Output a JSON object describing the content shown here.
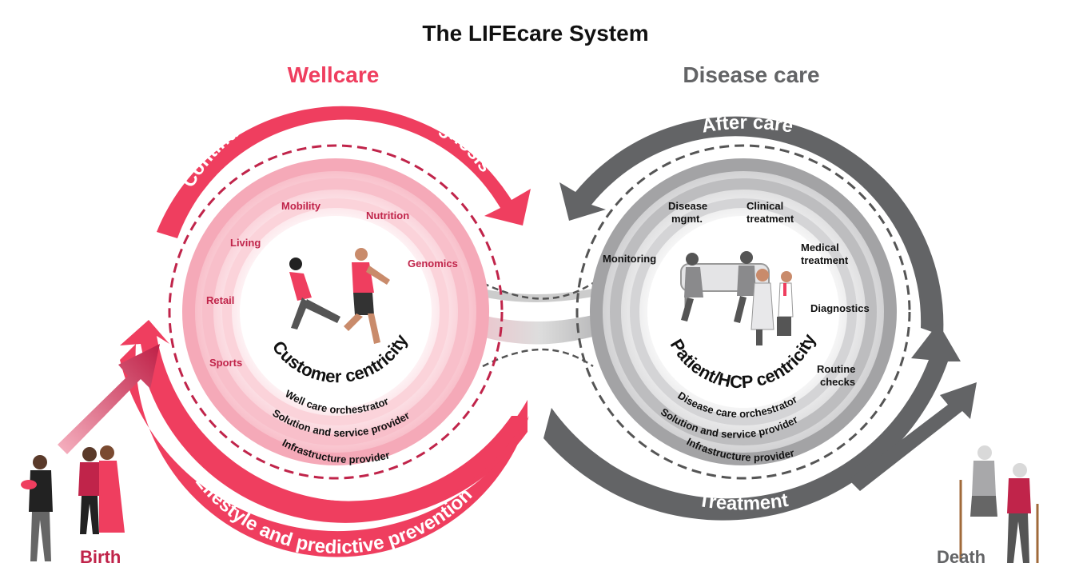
{
  "title": "The LIFEcare System",
  "headers": {
    "wellcare": "Wellcare",
    "disease_care": "Disease care"
  },
  "ends": {
    "birth": "Birth",
    "death": "Death"
  },
  "colors": {
    "wellcare": "#ef3e5f",
    "disease": "#636466",
    "dark_red": "#c0244a",
    "text": "#111111"
  },
  "wellcare": {
    "top_arrow": "Continuous monitoring and diagnosis",
    "bottom_arrow": "Lifestyle and predictive prevention",
    "center": "Customer centricity",
    "bands": [
      "Well care orchestrator",
      "Solution and service provider",
      "Infrastructure provider"
    ],
    "segments": [
      "Mobility",
      "Nutrition",
      "Living",
      "Genomics",
      "Retail",
      "Sports"
    ]
  },
  "disease": {
    "top_arrow": "After care",
    "bottom_arrow": "Treatment",
    "center": "Patient/HCP centricity",
    "bands": [
      "Disease care orchestrator",
      "Solution and service provider",
      "Infrastructure provider"
    ],
    "segments": {
      "disease_mgmt": [
        "Disease",
        "mgmt."
      ],
      "clinical_treatment": [
        "Clinical",
        "treatment"
      ],
      "medical_treatment": [
        "Medical",
        "treatment"
      ],
      "monitoring": "Monitoring",
      "diagnostics": "Diagnostics",
      "routine_checks": [
        "Routine",
        "checks"
      ]
    }
  }
}
